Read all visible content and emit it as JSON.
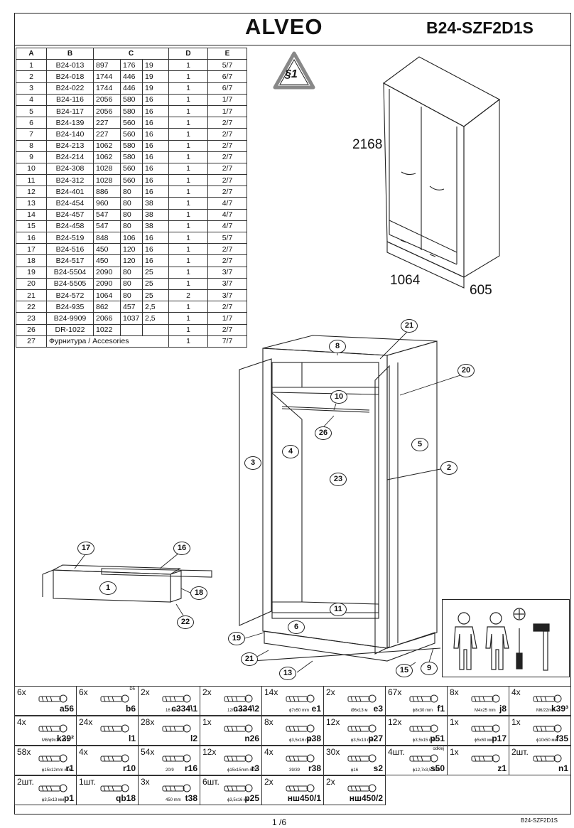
{
  "header": {
    "brand": "ALVEO",
    "code": "B24-SZF2D1S"
  },
  "parts_table": {
    "headers": [
      "A",
      "B",
      "C",
      "D",
      "E"
    ],
    "rows": [
      [
        "1",
        "B24-013",
        "897",
        "176",
        "19",
        "1",
        "5/7"
      ],
      [
        "2",
        "B24-018",
        "1744",
        "446",
        "19",
        "1",
        "6/7"
      ],
      [
        "3",
        "B24-022",
        "1744",
        "446",
        "19",
        "1",
        "6/7"
      ],
      [
        "4",
        "B24-116",
        "2056",
        "580",
        "16",
        "1",
        "1/7"
      ],
      [
        "5",
        "B24-117",
        "2056",
        "580",
        "16",
        "1",
        "1/7"
      ],
      [
        "6",
        "B24-139",
        "227",
        "560",
        "16",
        "1",
        "2/7"
      ],
      [
        "7",
        "B24-140",
        "227",
        "560",
        "16",
        "1",
        "2/7"
      ],
      [
        "8",
        "B24-213",
        "1062",
        "580",
        "16",
        "1",
        "2/7"
      ],
      [
        "9",
        "B24-214",
        "1062",
        "580",
        "16",
        "1",
        "2/7"
      ],
      [
        "10",
        "B24-308",
        "1028",
        "560",
        "16",
        "1",
        "2/7"
      ],
      [
        "11",
        "B24-312",
        "1028",
        "560",
        "16",
        "1",
        "2/7"
      ],
      [
        "12",
        "B24-401",
        "886",
        "80",
        "16",
        "1",
        "2/7"
      ],
      [
        "13",
        "B24-454",
        "960",
        "80",
        "38",
        "1",
        "4/7"
      ],
      [
        "14",
        "B24-457",
        "547",
        "80",
        "38",
        "1",
        "4/7"
      ],
      [
        "15",
        "B24-458",
        "547",
        "80",
        "38",
        "1",
        "4/7"
      ],
      [
        "16",
        "B24-519",
        "848",
        "106",
        "16",
        "1",
        "5/7"
      ],
      [
        "17",
        "B24-516",
        "450",
        "120",
        "16",
        "1",
        "2/7"
      ],
      [
        "18",
        "B24-517",
        "450",
        "120",
        "16",
        "1",
        "2/7"
      ],
      [
        "19",
        "B24-5504",
        "2090",
        "80",
        "25",
        "1",
        "3/7"
      ],
      [
        "20",
        "B24-5505",
        "2090",
        "80",
        "25",
        "1",
        "3/7"
      ],
      [
        "21",
        "B24-572",
        "1064",
        "80",
        "25",
        "2",
        "3/7"
      ],
      [
        "22",
        "B24-935",
        "862",
        "457",
        "2,5",
        "1",
        "2/7"
      ],
      [
        "23",
        "B24-9909",
        "2066",
        "1037",
        "2,5",
        "1",
        "1/7"
      ],
      [
        "26",
        "DR-1022",
        "1022",
        "",
        "",
        "1",
        "2/7"
      ],
      [
        "27",
        "Фурнитура / Accesories",
        "",
        "",
        "",
        "1",
        "7/7"
      ]
    ]
  },
  "sign": "§1",
  "dimensions": {
    "height": "2168",
    "width": "1064",
    "depth": "605"
  },
  "callouts": [
    "21",
    "8",
    "20",
    "10",
    "26",
    "5",
    "4",
    "2",
    "3",
    "23",
    "17",
    "16",
    "1",
    "18",
    "22",
    "11",
    "6",
    "19",
    "21",
    "13",
    "15",
    "9"
  ],
  "hardware": [
    {
      "qty": "6x",
      "code": "a56",
      "spec": "",
      "extra": ""
    },
    {
      "qty": "6x",
      "code": "b6",
      "spec": "",
      "extra": "D5"
    },
    {
      "qty": "2x",
      "code": "c334\\1",
      "spec": "16 mm",
      "extra": ""
    },
    {
      "qty": "2x",
      "code": "c334\\2",
      "spec": "12/16 mm",
      "extra": ""
    },
    {
      "qty": "14x",
      "code": "e1",
      "spec": "ϕ7x50 mm",
      "extra": ""
    },
    {
      "qty": "2x",
      "code": "e3",
      "spec": "Ø6x13 м",
      "extra": ""
    },
    {
      "qty": "67x",
      "code": "f1",
      "spec": "ϕ8x30 mm",
      "extra": ""
    },
    {
      "qty": "8x",
      "code": "j8",
      "spec": "M4x25 mm",
      "extra": ""
    },
    {
      "qty": "4x",
      "code": "k39³",
      "spec": "M6/22mm",
      "extra": ""
    },
    {
      "qty": "4x",
      "code": "k39²",
      "spec": "M6/ϕ9x14 mm",
      "extra": ""
    },
    {
      "qty": "24x",
      "code": "l1",
      "spec": "",
      "extra": ""
    },
    {
      "qty": "28x",
      "code": "l2",
      "spec": "",
      "extra": ""
    },
    {
      "qty": "1x",
      "code": "n26",
      "spec": "",
      "extra": ""
    },
    {
      "qty": "8x",
      "code": "p38",
      "spec": "ϕ3,5x16 mm",
      "extra": ""
    },
    {
      "qty": "12x",
      "code": "p27",
      "spec": "ϕ3,5x13 mm",
      "extra": ""
    },
    {
      "qty": "12x",
      "code": "p51",
      "spec": "ϕ3,5x15 mm",
      "extra": ""
    },
    {
      "qty": "1x",
      "code": "p17",
      "spec": "ϕ5x60 мм",
      "extra": ""
    },
    {
      "qty": "1x",
      "code": "f35",
      "spec": "ϕ10x50 мм",
      "extra": ""
    },
    {
      "qty": "58x",
      "code": "r1",
      "spec": "ϕ15x12mm #16",
      "extra": ""
    },
    {
      "qty": "4x",
      "code": "r10",
      "spec": "",
      "extra": ""
    },
    {
      "qty": "54x",
      "code": "r16",
      "spec": "20/9",
      "extra": ""
    },
    {
      "qty": "12x",
      "code": "r3",
      "spec": "ϕ15x15mm #22",
      "extra": ""
    },
    {
      "qty": "4x",
      "code": "r38",
      "spec": "39/39",
      "extra": ""
    },
    {
      "qty": "30x",
      "code": "s2",
      "spec": "ϕ16",
      "extra": ""
    },
    {
      "qty": "4шт.",
      "code": "s50",
      "spec": "ϕ12,7x3,5 mm",
      "extra": "odklej"
    },
    {
      "qty": "1x",
      "code": "z1",
      "spec": "",
      "extra": ""
    },
    {
      "qty": "2шт.",
      "code": "n1",
      "spec": "",
      "extra": ""
    },
    {
      "qty": "2шт.",
      "code": "p1",
      "spec": "ϕ3,5x13 мм",
      "extra": ""
    },
    {
      "qty": "1шт.",
      "code": "qb18",
      "spec": "",
      "extra": ""
    },
    {
      "qty": "3x",
      "code": "t38",
      "spec": "450 mm",
      "extra": ""
    },
    {
      "qty": "6шт.",
      "code": "p25",
      "spec": "ϕ3,5x16 мм",
      "extra": ""
    },
    {
      "qty": "2x",
      "code": "нш450/1",
      "spec": "",
      "extra": ""
    },
    {
      "qty": "2x",
      "code": "нш450/2",
      "spec": "",
      "extra": ""
    }
  ],
  "footer": {
    "page": "1 /6",
    "code": "B24-SZF2D1S"
  }
}
